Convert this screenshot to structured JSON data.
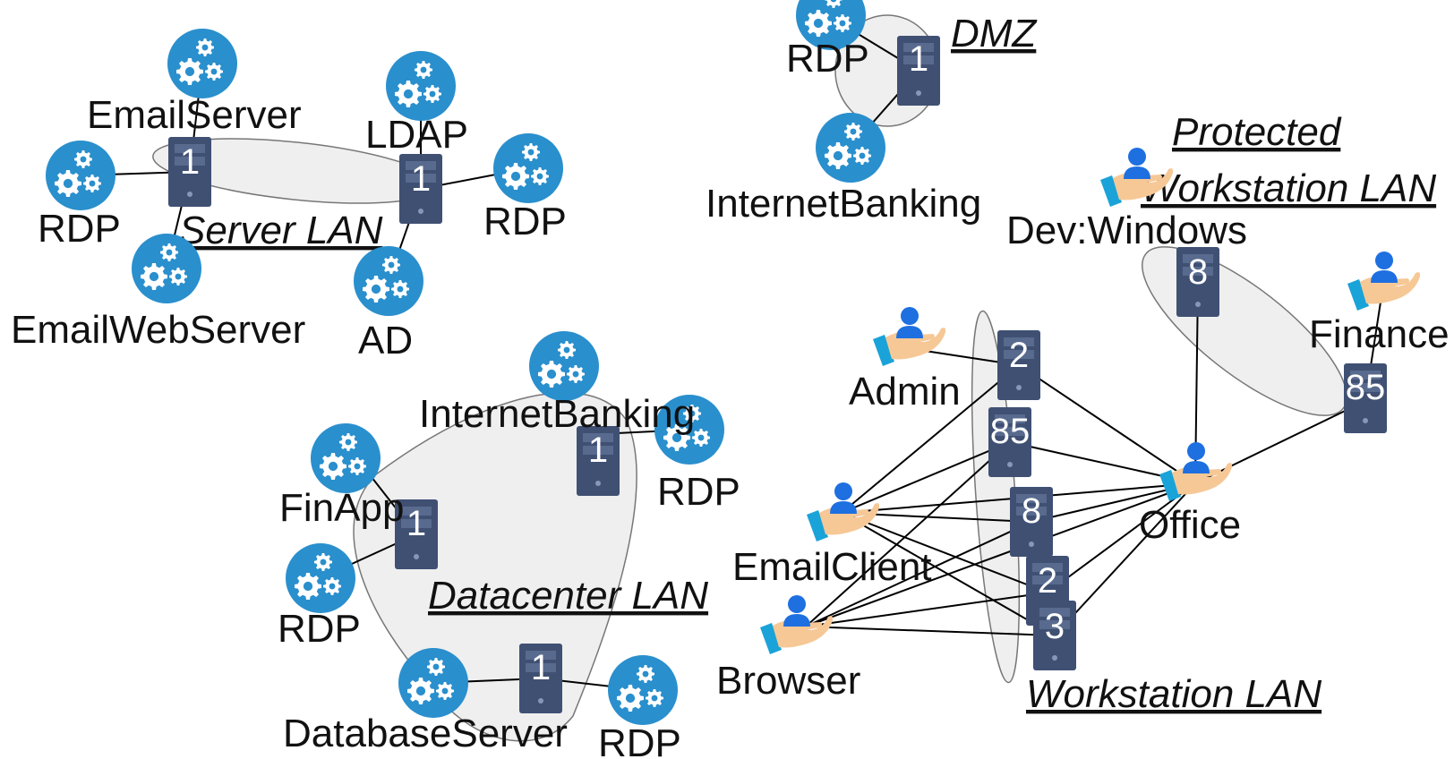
{
  "colors": {
    "service": "#2a8fcd",
    "server": "#3f5073",
    "zone_fill": "#efefef",
    "zone_stroke": "#777777",
    "user_head": "#1e6fe0",
    "hand": "#f6c896",
    "cuff": "#1aa3d8"
  },
  "icons": {
    "service": "gears-icon",
    "server": "server-icon",
    "user": "user-hand-icon"
  },
  "networks": {
    "server_lan": "Server LAN",
    "dmz": "DMZ",
    "protected_1": "Protected",
    "protected_2": "Workstation LAN",
    "datacenter_lan": "Datacenter LAN",
    "workstation_lan": "Workstation LAN"
  },
  "servers": {
    "srv_email": "1",
    "srv_ldap": "1",
    "srv_dmz": "1",
    "srv_dc_ib": "1",
    "srv_dc_fin": "1",
    "srv_dc_db": "1",
    "srv_ws_2a": "2",
    "srv_ws_85a": "85",
    "srv_ws_8a": "8",
    "srv_ws_2b": "2",
    "srv_ws_3": "3",
    "srv_pw_8": "8",
    "srv_pw_85": "85"
  },
  "services": {
    "email_server": "EmailServer",
    "rdp_server_left": "RDP",
    "email_web_server": "EmailWebServer",
    "ldap": "LDAP",
    "rdp_server_right": "RDP",
    "ad": "AD",
    "rdp_dmz": "RDP",
    "internet_banking_dmz": "InternetBanking",
    "internet_banking_dc": "InternetBanking",
    "rdp_dc_top": "RDP",
    "fin_app": "FinApp",
    "rdp_dc_left": "RDP",
    "database_server": "DatabaseServer",
    "rdp_dc_bottom": "RDP"
  },
  "users": {
    "admin": "Admin",
    "email_client": "EmailClient",
    "browser": "Browser",
    "office": "Office",
    "dev_windows": "Dev:Windows",
    "finance": "Finance"
  }
}
